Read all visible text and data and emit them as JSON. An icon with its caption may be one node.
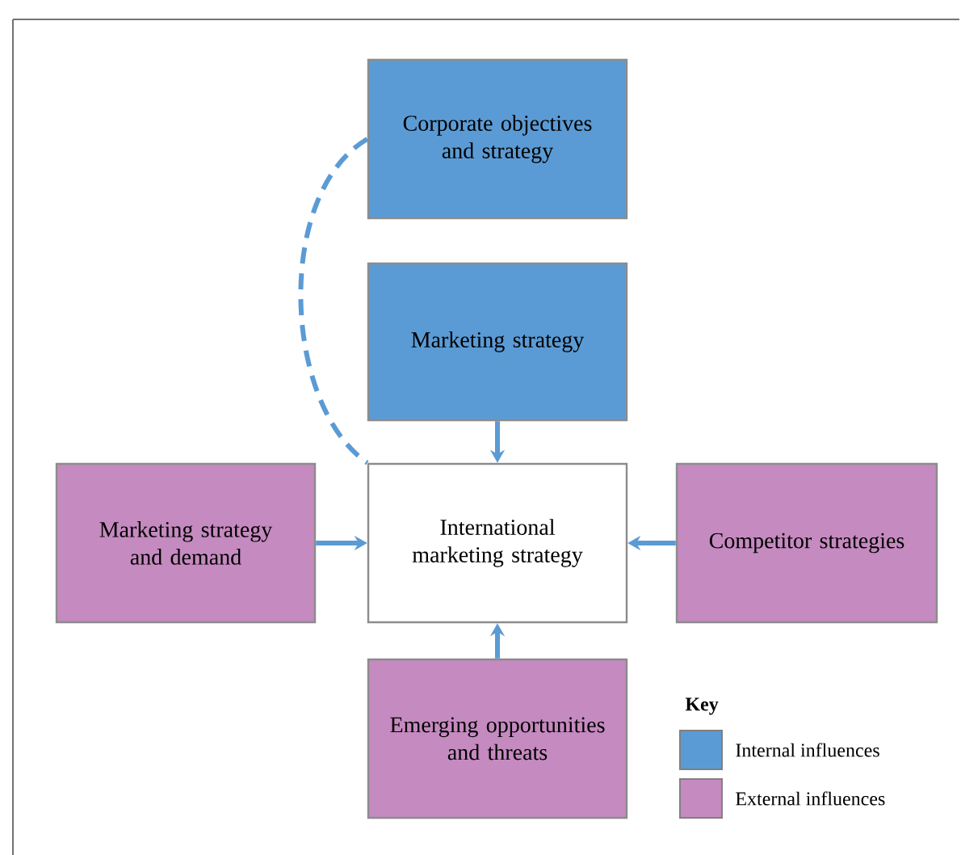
{
  "diagram": {
    "nodes": [
      {
        "text": [
          "Corporate objectives and strategy"
        ]
      },
      {
        "text": [
          "Marketing strategy"
        ]
      },
      {
        "text": [
          "International marketing strategy"
        ]
      },
      {
        "text": [
          "Marketing strategy and demand"
        ]
      },
      {
        "text": [
          "Competitor strategies"
        ]
      },
      {
        "text": [
          "Emerging opportunities and threats"
        ]
      }
    ],
    "edges": [
      {
        "from": 0,
        "to": 2,
        "arrow": "none",
        "style": "dashed"
      },
      {
        "from": 1,
        "to": 2,
        "arrow": "to"
      },
      {
        "from": 3,
        "to": 2,
        "arrow": "to"
      },
      {
        "from": 4,
        "to": 2,
        "arrow": "to"
      },
      {
        "from": 5,
        "to": 2,
        "arrow": "to"
      }
    ],
    "labels": [
      "Key"
    ],
    "legend": [
      {
        "text": "Internal influences",
        "color": "#5b9bd5"
      },
      {
        "text": "External influences",
        "color": "#c58ac0"
      }
    ]
  }
}
